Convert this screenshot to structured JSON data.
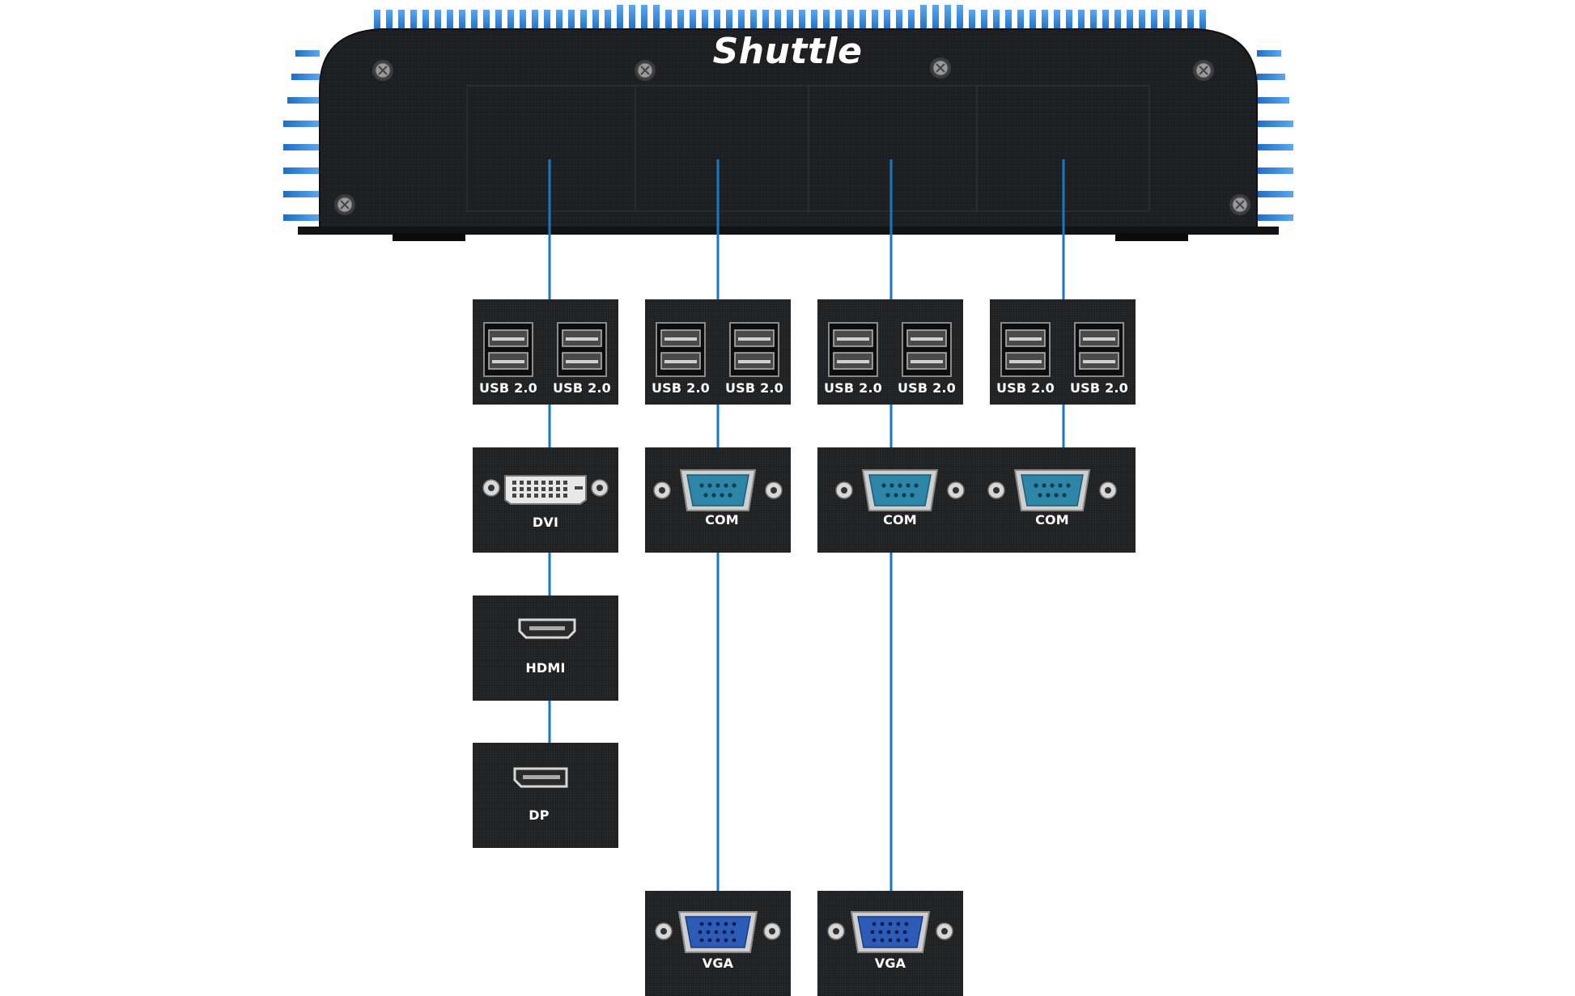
{
  "brand": "Shuttle",
  "colors": {
    "chassis": "#1e1f21",
    "heatsink": "#2f7fd8",
    "connector_line": "#1677c8",
    "com_port": "#2d86a8",
    "vga_port": "#2d5bb8",
    "port_metal": "#c8c8c8"
  },
  "port_labels": {
    "usb": "USB 2.0",
    "dvi": "DVI",
    "hdmi": "HDMI",
    "dp": "DP",
    "com": "COM",
    "vga": "VGA"
  },
  "modules": [
    {
      "option": 1,
      "ports": [
        "usb",
        "dvi",
        "hdmi",
        "dp"
      ]
    },
    {
      "option": 2,
      "ports": [
        "usb",
        "com",
        "vga"
      ]
    },
    {
      "option": 3,
      "ports": [
        "usb",
        "com",
        "com",
        "vga"
      ]
    },
    {
      "option": 4,
      "ports": [
        "usb"
      ]
    }
  ]
}
